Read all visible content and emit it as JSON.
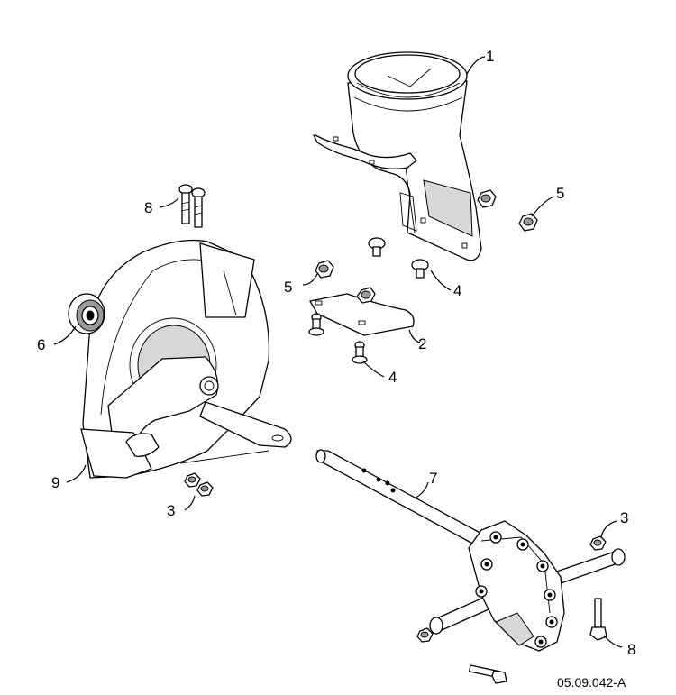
{
  "callouts": {
    "c1": "1",
    "c2": "2",
    "c3a": "3",
    "c3b": "3",
    "c4a": "4",
    "c4b": "4",
    "c5a": "5",
    "c5b": "5",
    "c6": "6",
    "c7": "7",
    "c8a": "8",
    "c8b": "8",
    "c9": "9"
  },
  "drawing_code": "05.09.042-A",
  "colors": {
    "ink": "#000000",
    "paper": "#ffffff",
    "shade": "#d8d8d8"
  }
}
